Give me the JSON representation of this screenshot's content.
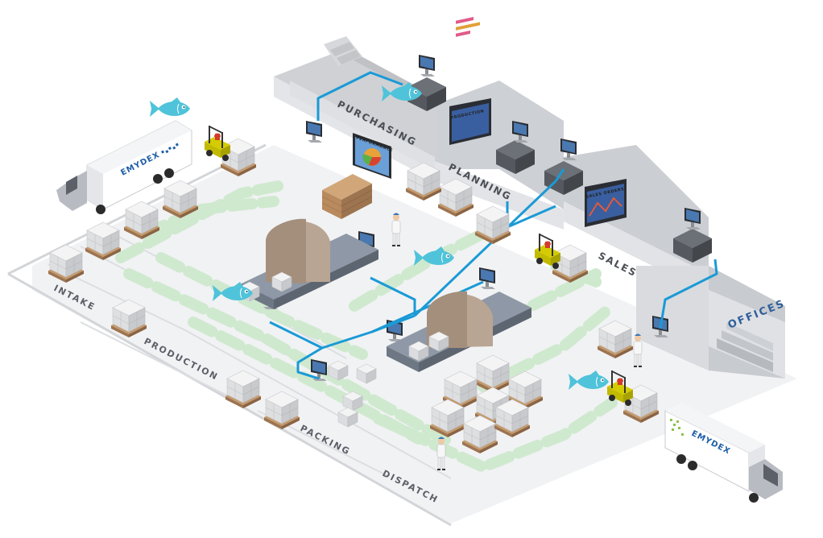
{
  "zones": {
    "intake": "INTAKE",
    "production": "PRODUCTION",
    "packing": "PACKING",
    "dispatch": "DISPATCH"
  },
  "departments": {
    "purchasing": "PURCHASING",
    "planning": "PLANNING",
    "sales": "SALES",
    "offices": "OFFICES"
  },
  "screens": {
    "performance": "PERFORMANCE",
    "production": "PRODUCTION",
    "sales_orders": "SALES ORDERS"
  },
  "brand": {
    "truck_left": "EMYDEX",
    "truck_right": "EMYDEX"
  },
  "colors": {
    "network_line": "#1a9ad6",
    "fish": "#4fc3d9",
    "green_path": "#cfe9cf",
    "floor": "#f1f2f4",
    "wall": "#d9dbdf",
    "box": "#e4e5e7",
    "pallet": "#b88a5e",
    "forklift": "#d8d000"
  },
  "icons": [
    "fish-icon",
    "forklift-icon",
    "truck-icon",
    "monitor-icon",
    "worker-icon",
    "conveyor-icon",
    "box-stack-icon"
  ]
}
